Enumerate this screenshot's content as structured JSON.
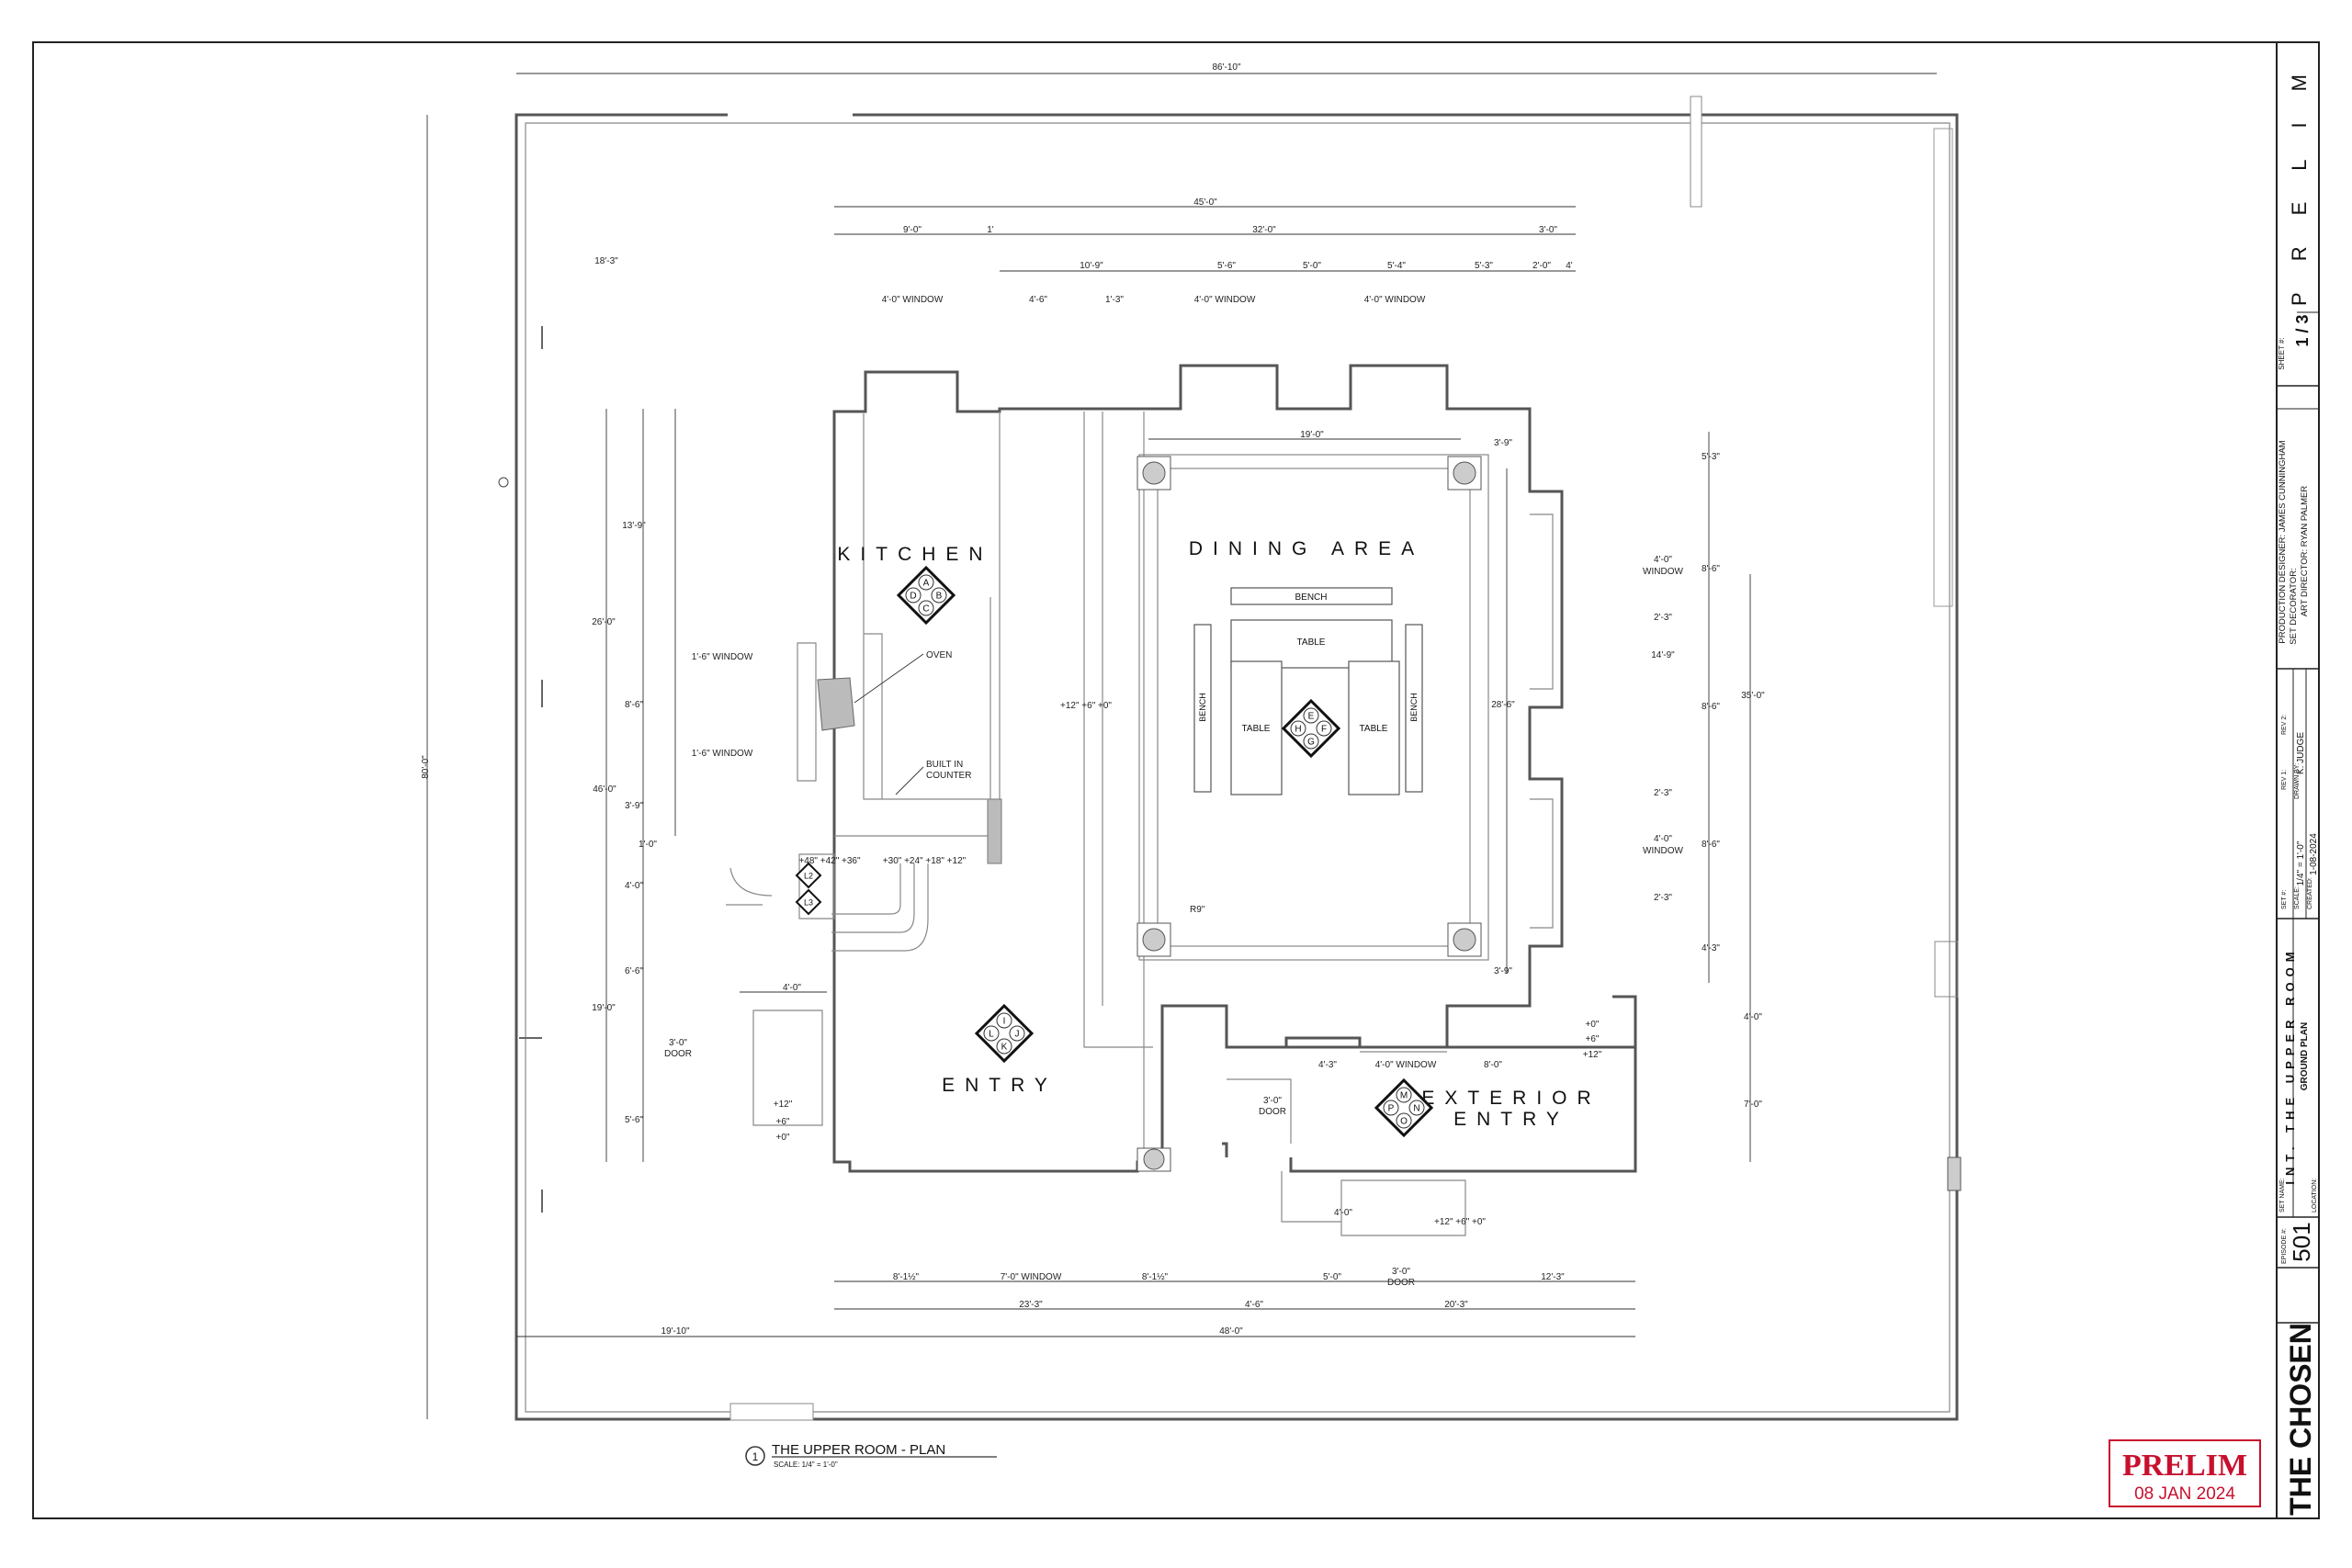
{
  "plan": {
    "title": "THE UPPER ROOM - PLAN",
    "detail_number": "1",
    "scale": "SCALE: 1/4\" = 1'-0\"",
    "rooms": {
      "kitchen": "KITCHEN",
      "dining": "DINING AREA",
      "entry": "ENTRY",
      "exterior_1": "EXTERIOR",
      "exterior_2": "ENTRY"
    },
    "furniture": {
      "bench_top": "BENCH",
      "table_top": "TABLE",
      "table_left": "TABLE",
      "table_right": "TABLE",
      "bench_left": "BENCH",
      "bench_right": "BENCH"
    },
    "callouts": {
      "oven": "OVEN",
      "built_in_1": "BUILT IN",
      "built_in_2": "COUNTER",
      "radius": "R9\""
    },
    "camera_groups": {
      "kitchen": [
        "A",
        "B",
        "C",
        "D"
      ],
      "dining": [
        "E",
        "F",
        "G",
        "H"
      ],
      "entry": [
        "I",
        "J",
        "K",
        "L"
      ],
      "exterior": [
        "M",
        "N",
        "O",
        "P"
      ],
      "stair": [
        "L2",
        "L3"
      ]
    },
    "dims": {
      "overall_width": "86'-10\"",
      "overall_height": "80'-0\"",
      "top_left_inset": "18'-3\"",
      "bottom_left": "19'-10\"",
      "bottom_total": "48'-0\"",
      "top_45": "45'-0\"",
      "top_9": "9'-0\"",
      "top_1": "1'",
      "top_32": "32'-0\"",
      "top_3": "3'-0\"",
      "t_10_9": "10'-9\"",
      "t_5_6": "5'-6\"",
      "t_5_0": "5'-0\"",
      "t_5_4": "5'-4\"",
      "t_5_3": "5'-3\"",
      "t_2_0": "2'-0\"",
      "t_4": "4'",
      "t_4_6": "4'-6\"",
      "t_1_3": "1'-3\"",
      "win_4_k": "4'-0\" WINDOW",
      "win_4_a": "4'-0\" WINDOW",
      "win_4_b": "4'-0\" WINDOW",
      "dining_19": "19'-0\"",
      "d_3_9_top": "3'-9\"",
      "d_3_9_bot": "3'-9\"",
      "r_5_3": "5'-3\"",
      "r_8_6_a": "8'-6\"",
      "r_2_3_a": "2'-3\"",
      "r_14_9": "14'-9\"",
      "r_8_6_b": "8'-6\"",
      "r_2_3_b": "2'-3\"",
      "r_8_6_c": "8'-6\"",
      "r_2_3_c": "2'-3\"",
      "r_4_3": "4'-3\"",
      "r_4_0": "4'-0\"",
      "r_7_0": "7'-0\"",
      "r_35": "35'-0\"",
      "r_28_6": "28'-6\"",
      "win_r1a": "4'-0\"",
      "win_r1b": "WINDOW",
      "win_r2a": "4'-0\"",
      "win_r2b": "WINDOW",
      "l_13_9": "13'-9\"",
      "l_26": "26'-0\"",
      "l_46": "46'-0\"",
      "l_8_6": "8'-6\"",
      "l_3_9": "3'-9\"",
      "l_1_0": "1'-0\"",
      "l_4_0": "4'-0\"",
      "l_6_6": "6'-6\"",
      "l_19": "19'-0\"",
      "l_3_0": "3'-0\"",
      "l_door": "DOOR",
      "l_5_6": "5'-6\"",
      "win_l1": "1'-6\" WINDOW",
      "win_l2": "1'-6\" WINDOW",
      "l_4_0b": "4'-0\"",
      "el_12a": "+12\"",
      "el_6a": "+6\"",
      "el_0a": "+0\"",
      "el_mid": "+12\"   +6\"   +0\"",
      "el_stairs_a": "+48\" +42\" +36\"",
      "el_stairs_b": "+30\" +24\" +18\" +12\"",
      "el_ext_0": "+0\"",
      "el_ext_6": "+6\"",
      "el_ext_12": "+12\"",
      "el_bot": "+12\" +6\" +0\"",
      "b_8_1": "8'-1½\"",
      "b_win7": "7'-0\" WINDOW",
      "b_8_2": "8'-1½\"",
      "b_5_0": "5'-0\"",
      "b_3_0": "3'-0\"",
      "b_door": "DOOR",
      "b_12_3": "12'-3\"",
      "b_23_3": "23'-3\"",
      "b_4_6": "4'-6\"",
      "b_20_3": "20'-3\"",
      "ext_4_3": "4'-3\"",
      "ext_win": "4'-0\" WINDOW",
      "ext_8_0": "8'-0\"",
      "ext_door_a": "3'-0\"",
      "ext_door_b": "DOOR",
      "ext_4_0": "4'-0\""
    }
  },
  "title_block": {
    "prelim_vertical": "PRELIM",
    "sheet_label": "SHEET #:",
    "sheet": "1 / 3",
    "production_designer": "PRODUCTION DESIGNER: JAMES CUNNINGHAM",
    "set_decorator": "SET DECORATOR:",
    "art_director": "ART DIRECTOR: RYAN PALMER",
    "rev1": "REV 1:",
    "rev2": "REV 2:",
    "drawn_by_label": "DRAWN BY:",
    "drawn_by": "K. JUDGE",
    "set_no_label": "SET #:",
    "scale_label": "SCALE:",
    "scale": "1/4\" = 1'-0\"",
    "date_label": "CREATED:",
    "date": "1-08-2024",
    "set_name_label": "SET NAME:",
    "set_name": "INT. THE UPPER ROOM",
    "plan_type": "GROUND PLAN",
    "location_label": "LOCATION:",
    "episode_label": "EPISODE #:",
    "episode": "501",
    "show": "THE CHOSEN"
  },
  "stamp": {
    "text": "PRELIM",
    "date": "08 JAN 2024",
    "color": "#c8102e"
  }
}
